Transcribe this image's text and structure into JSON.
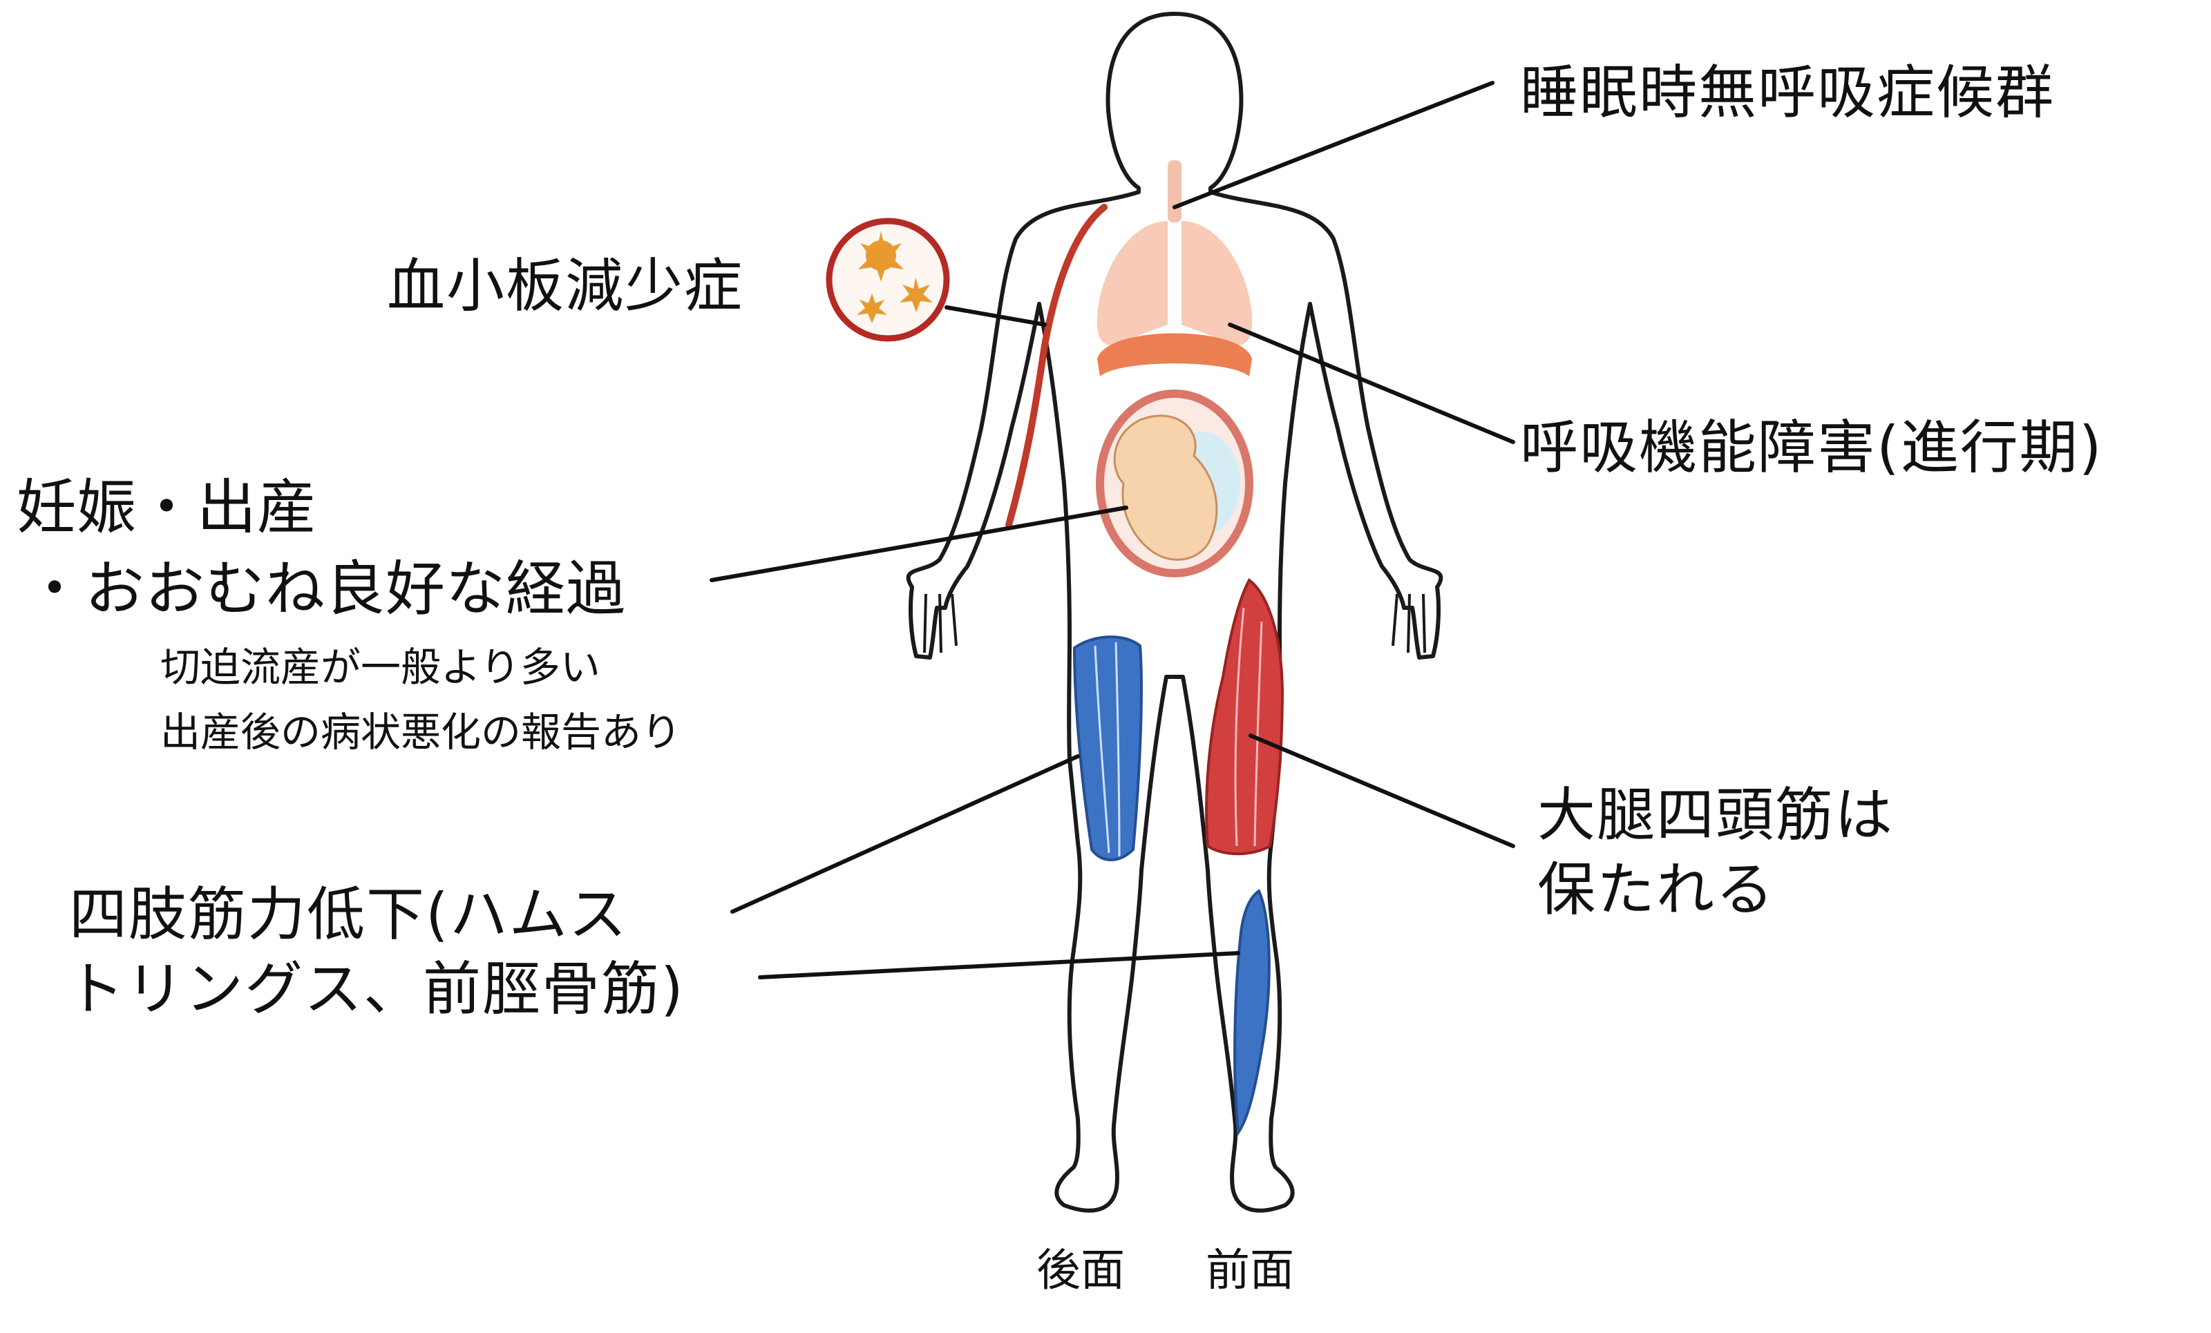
{
  "labels": {
    "sleep_apnea": "睡眠時無呼吸症候群",
    "thrombocytopenia": "血小板減少症",
    "respiratory": "呼吸機能障害(進行期)",
    "pregnancy_title": "妊娠・出産",
    "pregnancy_main": "・おおむね良好な経過",
    "pregnancy_note1": "切迫流産が一般より多い",
    "pregnancy_note2": "出産後の病状悪化の報告あり",
    "quadriceps_line1": "大腿四頭筋は",
    "quadriceps_line2": "保たれる",
    "limb_line1": "四肢筋力低下(ハムス",
    "limb_line2": "トリングス、前脛骨筋)",
    "back_view": "後面",
    "front_view": "前面"
  },
  "colors": {
    "outline": "#1a1a1a",
    "lung": "#f7cbb7",
    "diaphragm": "#ec7f52",
    "vessel": "#c0392b",
    "platelet_ring": "#b52a24",
    "platelet": "#e89a2e",
    "fetus": "#f6d3ac",
    "uterus": "#d9776a",
    "muscle_blue": "#3c73c4",
    "muscle_red": "#d23f3f"
  }
}
